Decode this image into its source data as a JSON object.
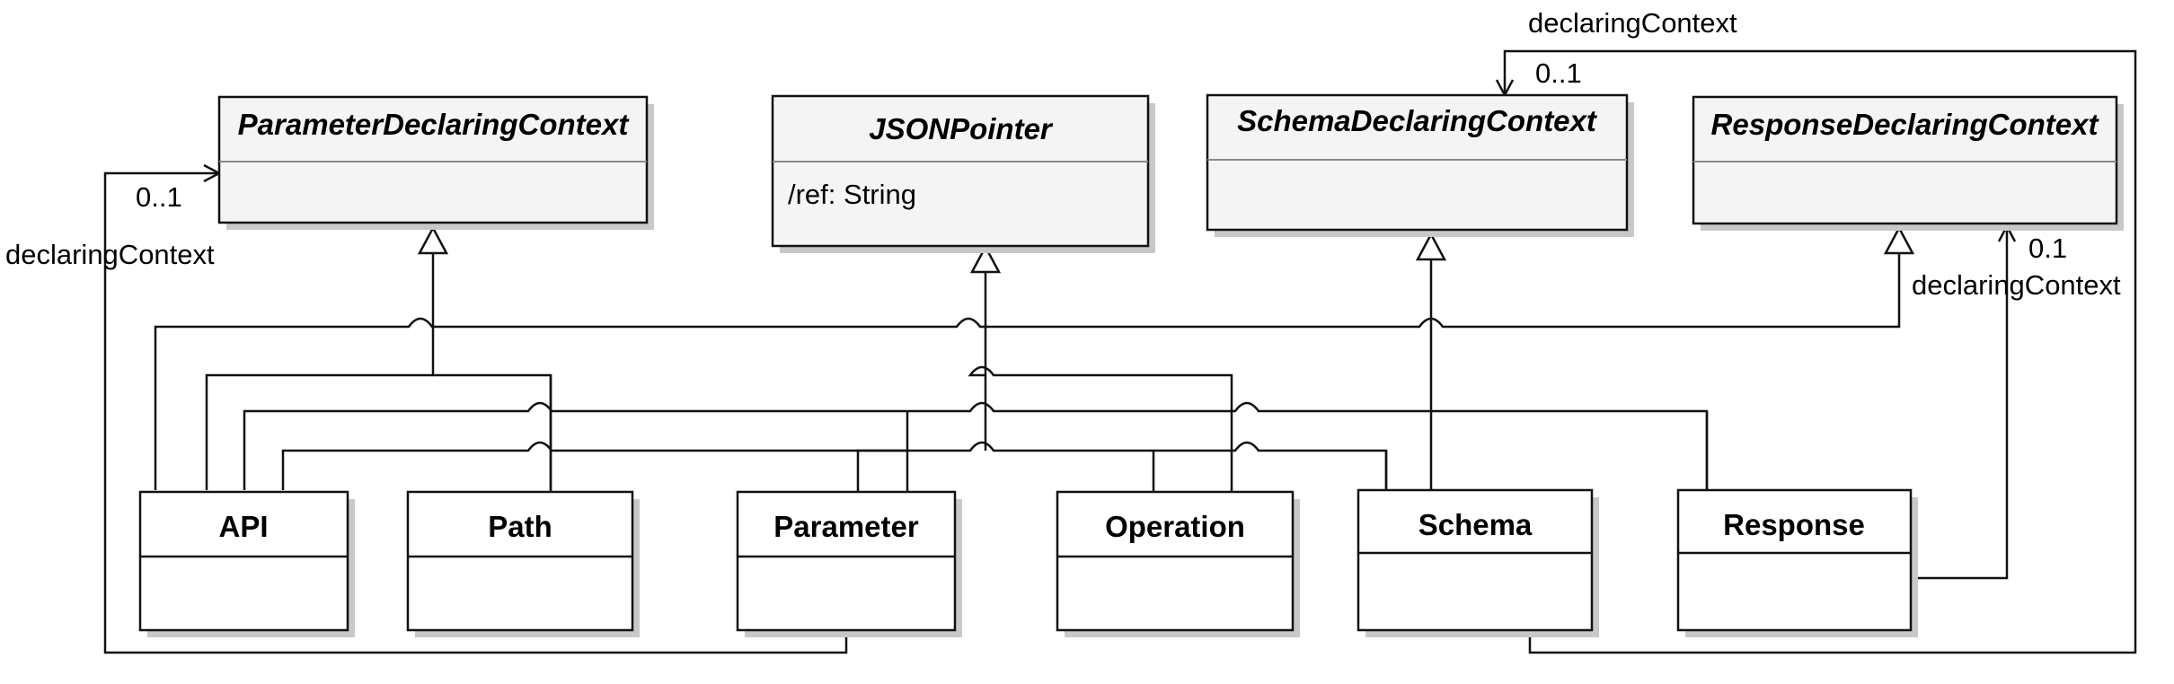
{
  "classes": {
    "parameter_declaring_context": {
      "name": "ParameterDeclaringContext",
      "attributes": []
    },
    "json_pointer": {
      "name": "JSONPointer",
      "attributes": [
        "/ref: String"
      ]
    },
    "schema_declaring_context": {
      "name": "SchemaDeclaringContext",
      "attributes": []
    },
    "response_declaring_context": {
      "name": "ResponseDeclaringContext",
      "attributes": []
    },
    "api": {
      "name": "API"
    },
    "path": {
      "name": "Path"
    },
    "parameter": {
      "name": "Parameter"
    },
    "operation": {
      "name": "Operation"
    },
    "schema": {
      "name": "Schema"
    },
    "response": {
      "name": "Response"
    }
  },
  "associations": {
    "parameter_to_context": {
      "role": "declaringContext",
      "multiplicity": "0..1"
    },
    "schema_to_context": {
      "role": "declaringContext",
      "multiplicity": "0..1"
    },
    "response_to_context": {
      "role": "declaringContext",
      "multiplicity": "0.1"
    }
  },
  "colors": {
    "abstract_fill": "#f4f4f4",
    "class_fill": "#ffffff",
    "stroke": "#111111",
    "shadow": "#c8c8c8"
  }
}
